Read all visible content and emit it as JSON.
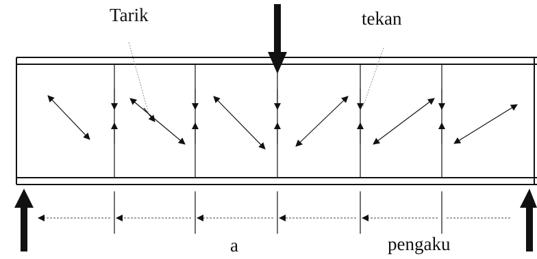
{
  "labels": {
    "tension": "Tarik",
    "compression": "tekan",
    "spacing": "a",
    "stiffener": "pengaku"
  },
  "colors": {
    "ink": "#111111",
    "leader": "#777777"
  }
}
